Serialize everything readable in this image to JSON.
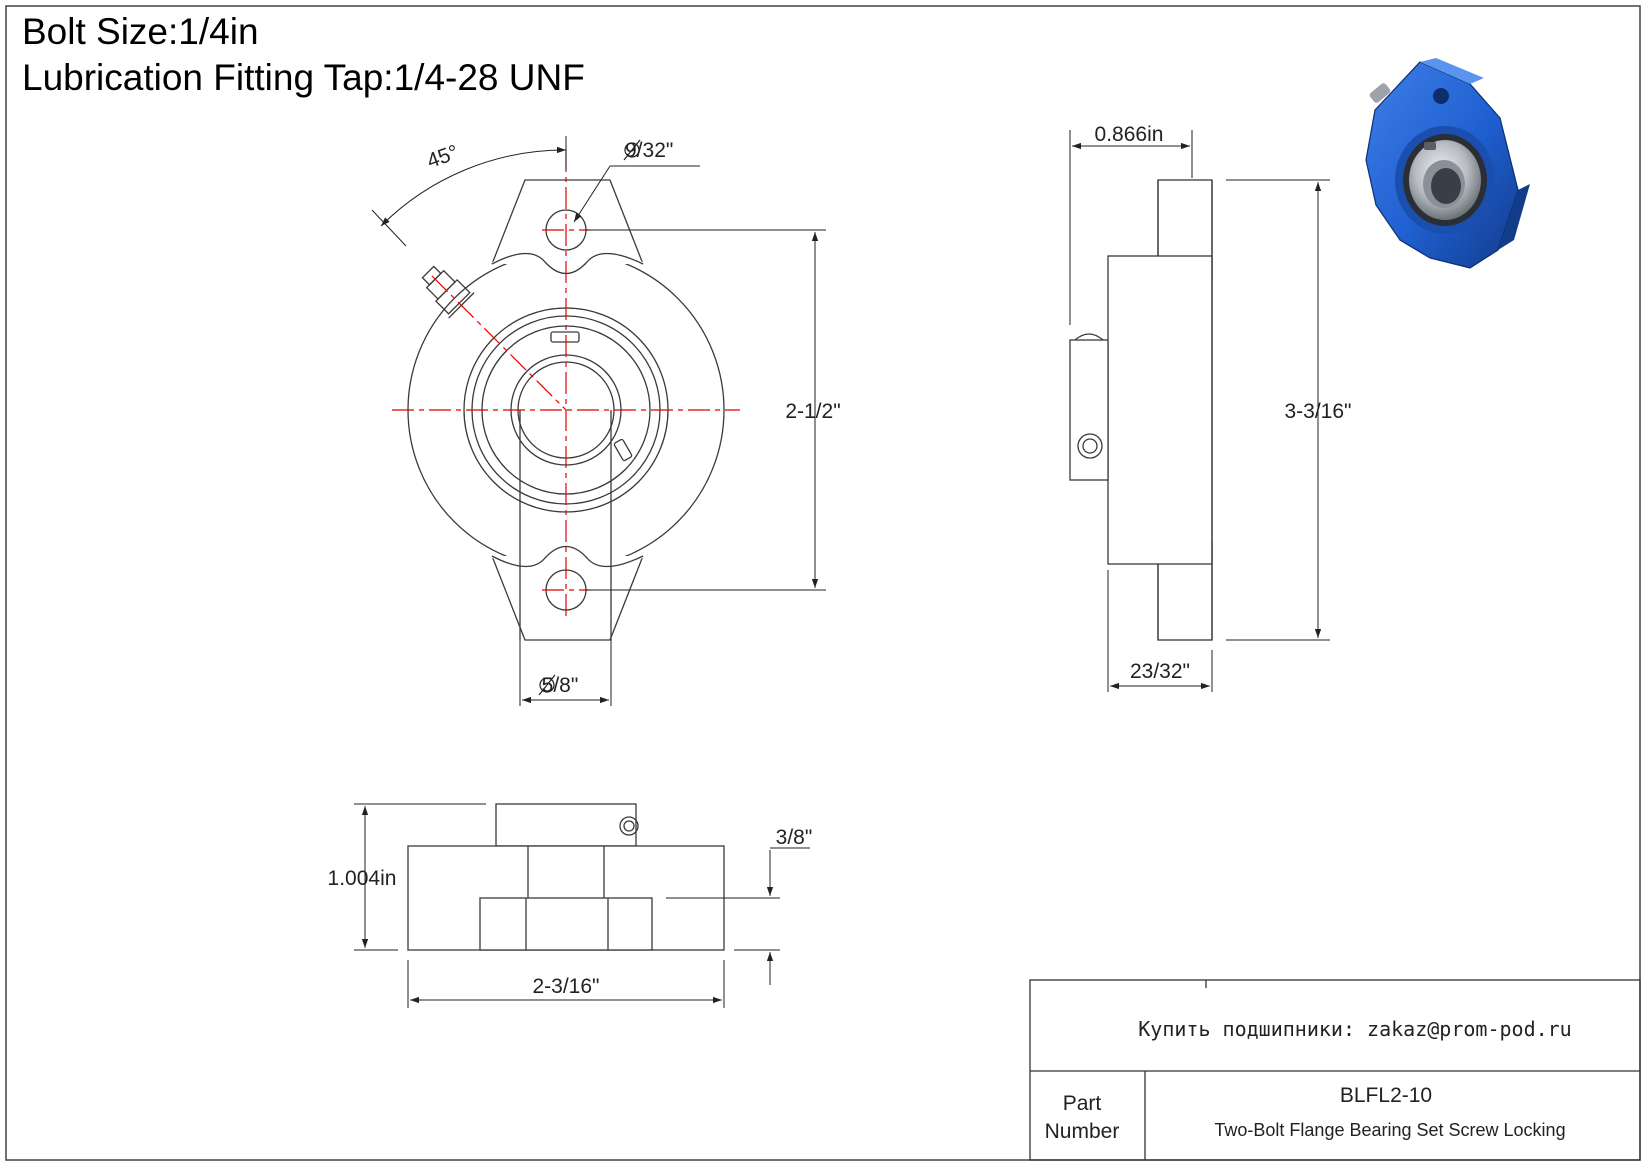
{
  "header": {
    "bolt_size": "Bolt Size:1/4in",
    "lubrication": "Lubrication Fitting Tap:1/4-28 UNF"
  },
  "front_view": {
    "angle": "45°",
    "hole_diameter": "9/32\"",
    "hole_spacing": "2-1/2\"",
    "bore_diameter": "5/8\""
  },
  "side_view": {
    "thickness_top": "0.866in",
    "height": "3-3/16\"",
    "thickness_bottom": "23/32\""
  },
  "bottom_view": {
    "height": "1.004in",
    "flange_thickness": "3/8\"",
    "width": "2-3/16\""
  },
  "title_block": {
    "buy_line": "Купить подшипники: zakaz@prom-pod.ru",
    "part_label_line1": "Part",
    "part_label_line2": "Number",
    "part_number": "BLFL2-10",
    "description": "Two-Bolt Flange Bearing Set Screw Locking"
  },
  "colors": {
    "line": "#3a3a3a",
    "centerline": "#e00000",
    "render_blue": "#1f5fd0",
    "render_steel": "#b8bcc2"
  }
}
